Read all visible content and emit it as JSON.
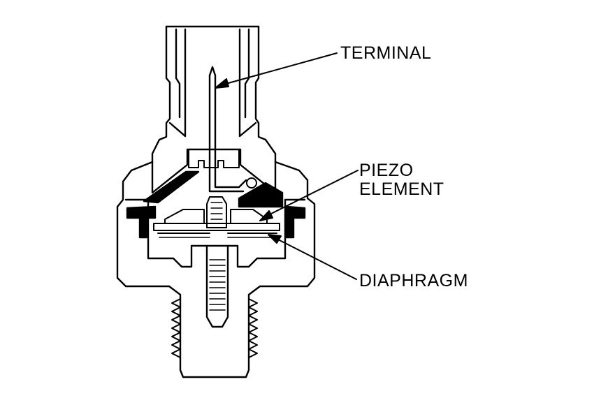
{
  "labels": {
    "terminal": "TERMINAL",
    "piezo_line1": "PIEZO",
    "piezo_line2": "ELEMENT",
    "diaphragm": "DIAPHRAGM"
  },
  "colors": {
    "line": "#000000",
    "background": "#ffffff",
    "fill_dark": "#000000"
  }
}
